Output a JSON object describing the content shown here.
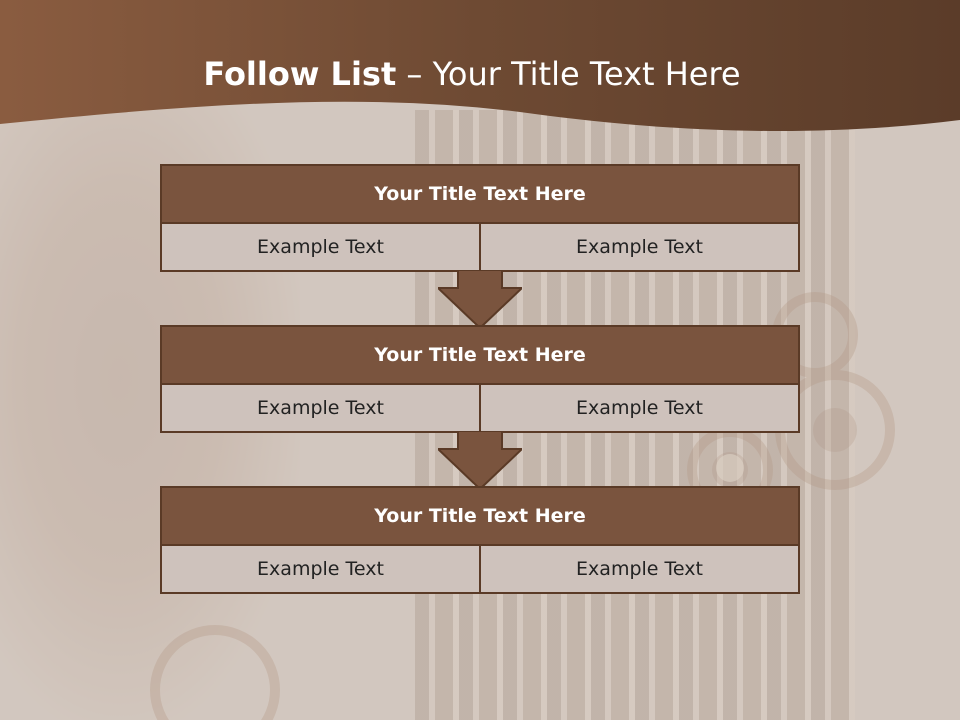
{
  "slide": {
    "title_bold": "Follow List",
    "title_rest": " – Your Title Text Here"
  },
  "steps": [
    {
      "title": "Your Title Text Here",
      "left": "Example Text",
      "right": "Example Text"
    },
    {
      "title": "Your Title Text Here",
      "left": "Example Text",
      "right": "Example Text"
    },
    {
      "title": "Your Title Text Here",
      "left": "Example Text",
      "right": "Example Text"
    }
  ],
  "colors": {
    "header": "#6b4630",
    "box_header": "#7a543e",
    "box_cell": "#cec2bc",
    "arrow": "#7a543e",
    "border": "#5a3a26"
  }
}
